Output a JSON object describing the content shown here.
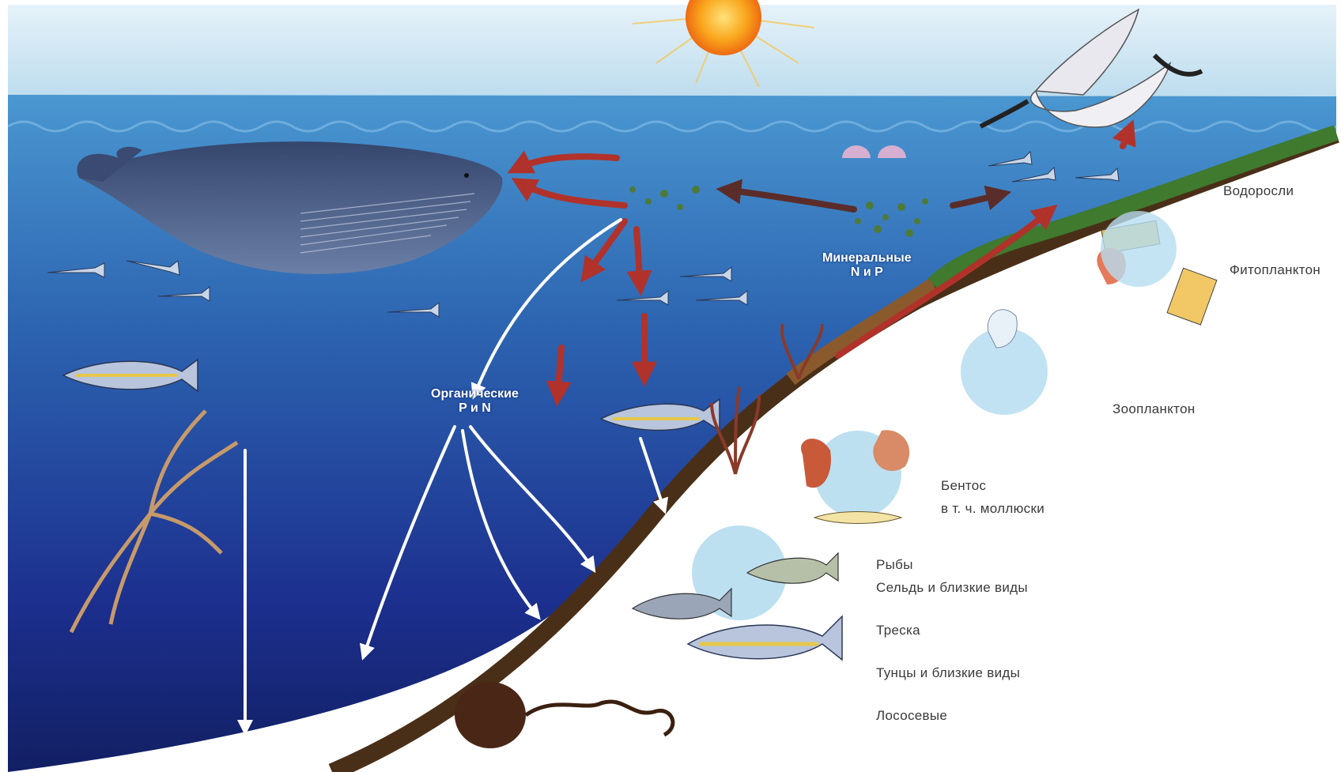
{
  "diagram": {
    "nutrients": {
      "mineral_line1": "Минеральные",
      "mineral_line2": "N и P",
      "organic_line1": "Органические",
      "organic_line2": "P и N"
    },
    "legend": {
      "algae": "Водоросли",
      "phytoplankton": "Фитопланктон",
      "zooplankton": "Зоопланктон",
      "benthos_line1": "Бентос",
      "benthos_line2": "в т. ч. моллюски",
      "fish_title": "Рыбы",
      "herring": "Сельдь и близкие виды",
      "cod": "Треска",
      "tuna": "Тунцы и близкие виды",
      "salmon": "Лососевые"
    },
    "colors": {
      "sky": "#cfe6f3",
      "ocean_top": "#3f8bc9",
      "ocean_deep": "#17257a",
      "seabed": "#5a3a1e",
      "algae_band": "#3f7a2e",
      "sun": "#f7a21b",
      "arrow_red": "#b1322a",
      "arrow_white": "#ffffff",
      "arrow_dark": "#5b2d2a"
    }
  }
}
